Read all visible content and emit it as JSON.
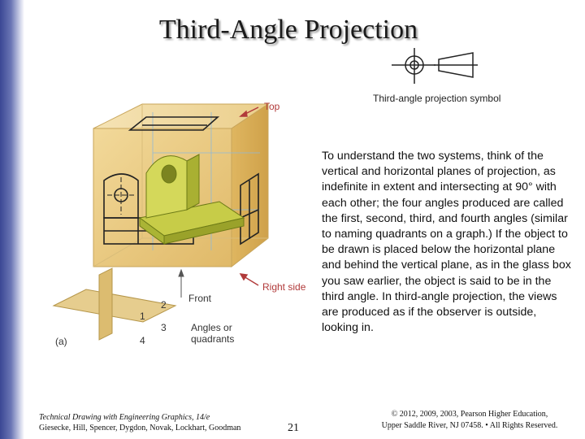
{
  "slide": {
    "title": "Third-Angle Projection",
    "symbol_label": "Third-angle projection symbol",
    "figure_labels": {
      "top": "Top",
      "front": "Front",
      "right_side": "Right side",
      "angles_line1": "Angles or",
      "angles_line2": "quadrants",
      "part": "(a)",
      "q1": "1",
      "q2": "2",
      "q3": "3",
      "q4": "4"
    },
    "body_text": "To understand the two systems, think of the vertical and horizontal planes of projection, as indefinite in extent and intersecting at 90° with each other; the four angles produced are called the first, second, third, and fourth angles (similar to naming quadrants on a graph.) If the object to be drawn is placed below the horizontal plane and behind the vertical plane, as in the glass box you saw earlier, the object is said to be in the third angle. In third-angle projection, the views are produced as if the observer is outside, looking in."
  },
  "footer": {
    "book_title": "Technical Drawing with Engineering Graphics, 14/e",
    "authors": "Giesecke, Hill, Spencer, Dygdon, Novak, Lockhart, Goodman",
    "page_number": "21",
    "copyright_line1": "© 2012, 2009, 2003, Pearson Higher Education,",
    "copyright_line2": "Upper Saddle River, NJ 07458. • All Rights Reserved."
  },
  "colors": {
    "sidebar": "#3a4794",
    "label_red": "#b13a3a",
    "glass_box": "#e8c878"
  }
}
